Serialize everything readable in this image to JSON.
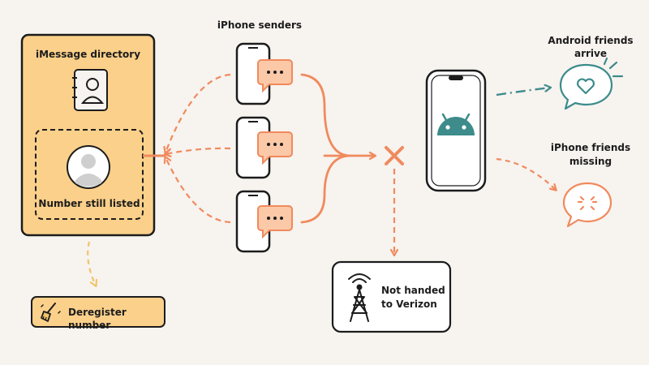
{
  "directory": {
    "title": "iMessage directory",
    "entry_label": "Number still listed",
    "deregister_label": "Deregister number"
  },
  "senders": {
    "title": "iPhone senders",
    "count": 3
  },
  "carrier": {
    "label_line1": "Not handed",
    "label_line2": "to Verizon"
  },
  "outcomes": {
    "android": {
      "line1": "Android friends",
      "line2": "arrive"
    },
    "iphone": {
      "line1": "iPhone friends",
      "line2": "missing"
    }
  },
  "icons": {
    "phone": "smartphone-icon",
    "chat": "chat-bubble-icon",
    "contact_book": "address-book-icon",
    "avatar": "person-avatar-icon",
    "broom": "broom-icon",
    "tower": "cell-tower-icon",
    "android": "android-logo-icon",
    "heart": "heart-bubble-icon",
    "angry": "angry-bubble-icon",
    "blocked": "x-mark-icon"
  },
  "colors": {
    "background": "#f7f3ef",
    "directory_fill": "#fbd08a",
    "accent_orange": "#f08a5d",
    "teal": "#3d8b8b",
    "deregister_fill": "#fbd08a",
    "dashed_yellow": "#f2c46a"
  }
}
